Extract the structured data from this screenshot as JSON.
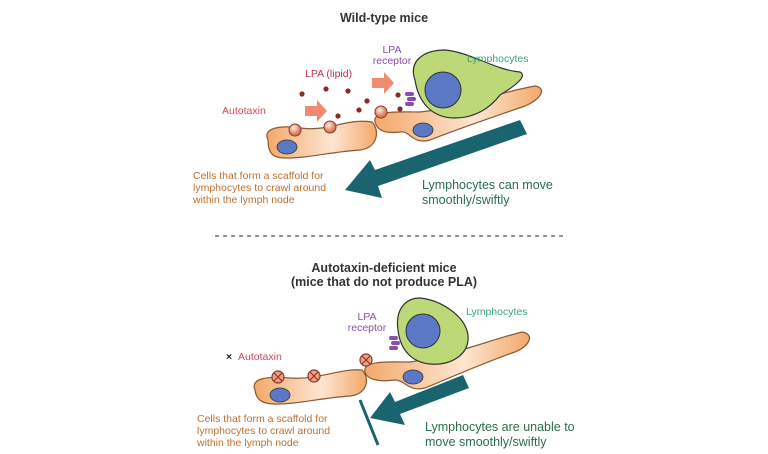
{
  "colors": {
    "autotaxin": "#d9475a",
    "lpa": "#8b2a2a",
    "receptor": "#8a4fae",
    "lymphocyte_label": "#3aa57a",
    "scaffold_text": "#c0702f",
    "movement_text": "#2a6e4a",
    "arrow": "#1a6470",
    "cell_green": "#bcd877",
    "scaffold": "#f3a86a",
    "nucleus": "#5a78c4"
  },
  "wild_type": {
    "title": "Wild-type mice",
    "lpa_label": "LPA (lipid)",
    "receptor_label": [
      "LPA",
      "receptor"
    ],
    "lymphocytes_label": "Lymphocytes",
    "autotaxin_label": "Autotaxin",
    "scaffold_text": [
      "Cells that form a scaffold for",
      "lymphocytes to crawl around",
      "within the lymph node"
    ],
    "movement_text": [
      "Lymphocytes can move",
      "smoothly/swiftly"
    ]
  },
  "deficient": {
    "title": [
      "Autotaxin-deficient mice",
      "(mice that do not produce PLA)"
    ],
    "receptor_label": [
      "LPA",
      "receptor"
    ],
    "lymphocytes_label": "Lymphocytes",
    "autotaxin_mark": "×",
    "autotaxin_label": "Autotaxin",
    "scaffold_text": [
      "Cells that form a scaffold for",
      "lymphocytes to crawl around",
      "within the lymph node"
    ],
    "movement_text": [
      "Lymphocytes are unable to",
      "move smoothly/swiftly"
    ]
  }
}
